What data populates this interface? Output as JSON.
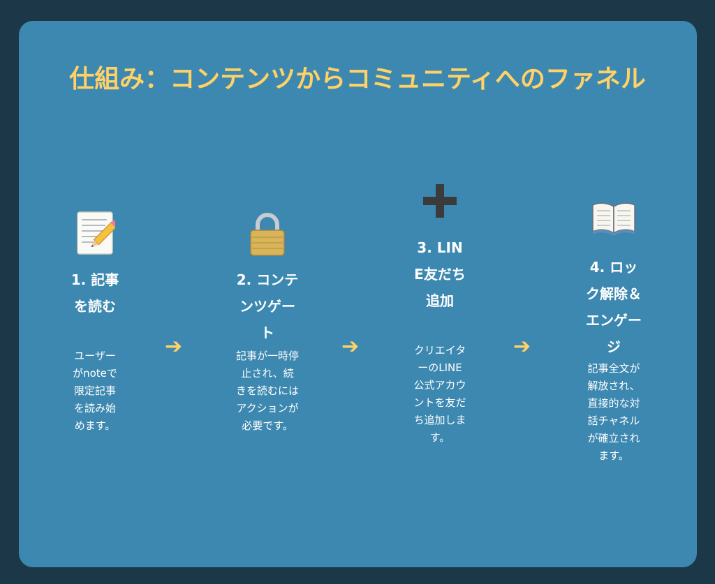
{
  "title": "仕組み：コンテンツからコミュニティへのファネル",
  "colors": {
    "background": "#1b3748",
    "card": "#3d88b0",
    "accent": "#ffd166",
    "text": "#ffffff"
  },
  "steps": [
    {
      "icon": "memo-icon",
      "title": "1. 記事を読む",
      "description": "ユーザーがnoteで限定記事を読み始めます。"
    },
    {
      "icon": "lock-icon",
      "title": "2. コンテンツゲート",
      "description": "記事が一時停止され、続きを読むにはアクションが必要です。"
    },
    {
      "icon": "plus-icon",
      "title": "3. LINE友だち追加",
      "description": "クリエイターのLINE公式アカウントを友だち追加します。"
    },
    {
      "icon": "open-book-icon",
      "title": "4. ロック解除＆エンゲージ",
      "description": "記事全文が解放され、直接的な対話チャネルが確立されます。"
    }
  ],
  "arrow_glyph": "➔"
}
